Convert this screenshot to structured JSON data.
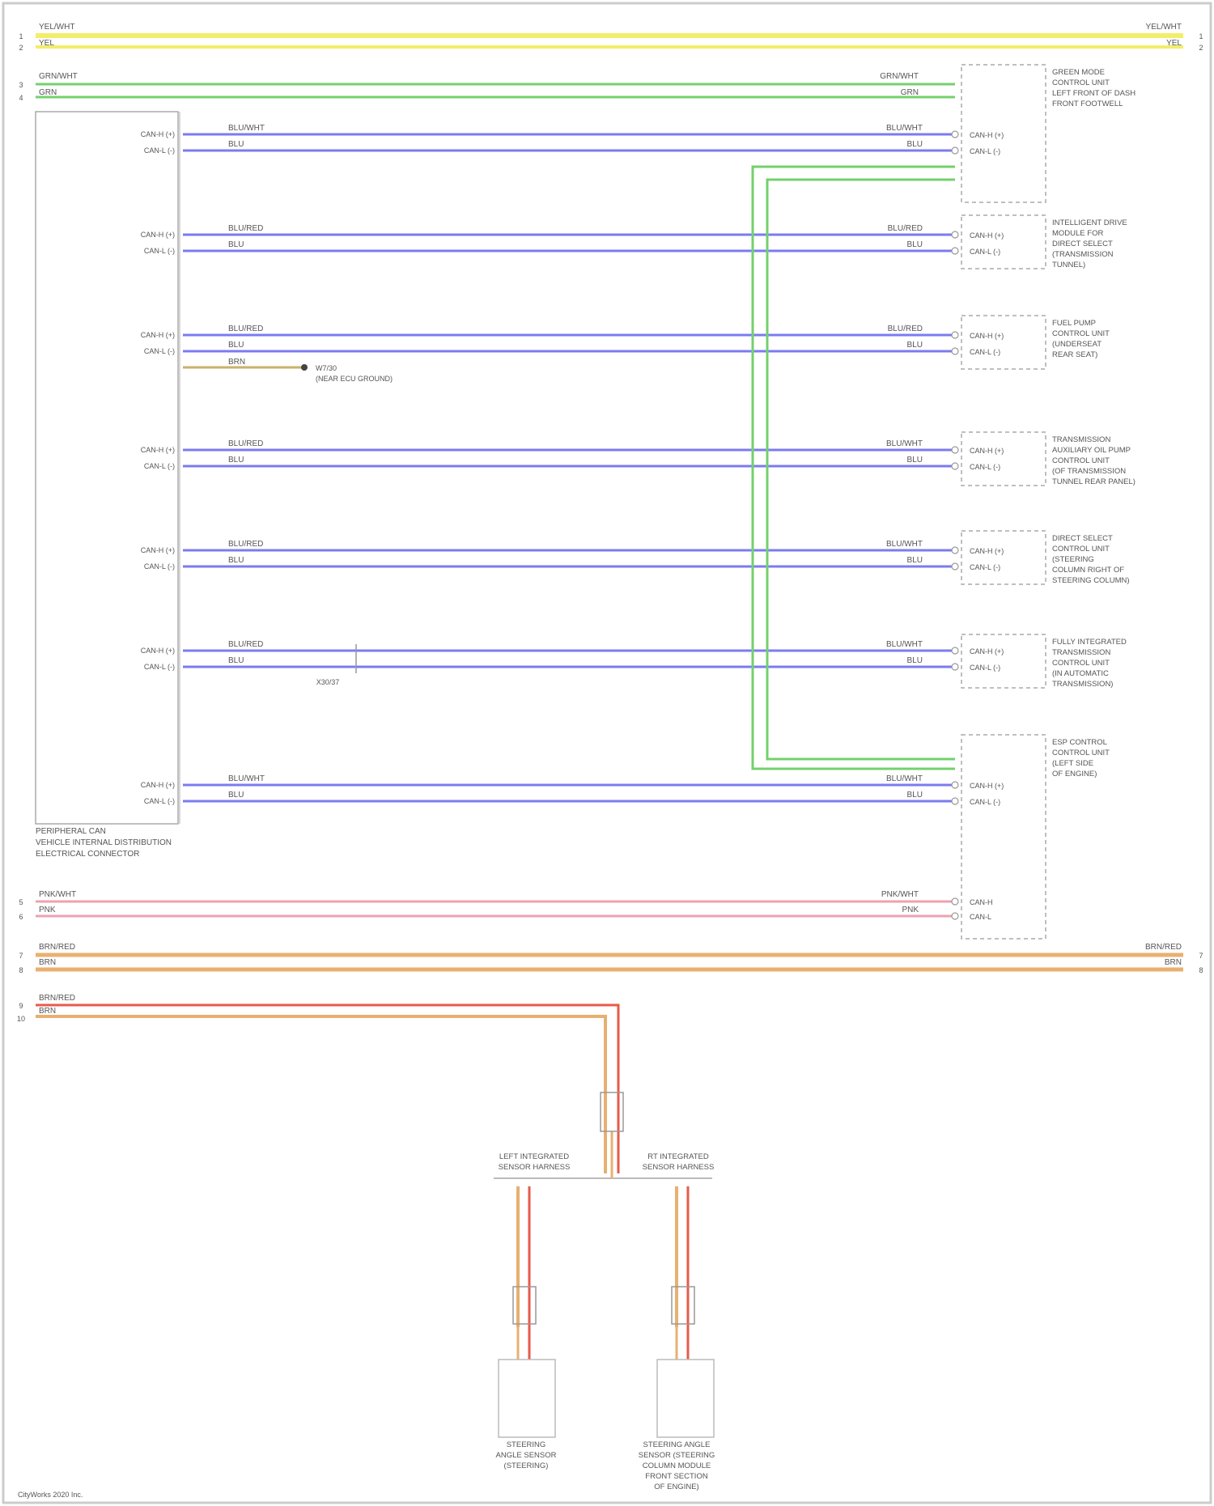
{
  "diagram": {
    "wire_colors": {
      "yellow": "#f2ee6a",
      "green": "#74d06c",
      "blue": "#7b7bf0",
      "brown": "#e8b070",
      "pink": "#f0a0b0",
      "red": "#e85a4a",
      "gold": "#c9b26a"
    },
    "top_bus": {
      "left_labels": [
        "YEL/WHT",
        "YEL"
      ],
      "right_labels": [
        "YEL/WHT",
        "YEL"
      ],
      "pins_left": [
        "1",
        "2"
      ],
      "pins_right": [
        "1",
        "2"
      ]
    },
    "green_bus": {
      "left_labels": [
        "GRN/WHT",
        "GRN"
      ],
      "right_labels": [
        "GRN/WHT",
        "GRN"
      ],
      "pins_left": [
        "3",
        "4"
      ]
    },
    "left_module": {
      "label_lines": [
        "PERIPHERAL CAN",
        "VEHICLE INTERNAL DISTRIBUTION",
        "ELECTRICAL CONNECTOR"
      ]
    },
    "rows": [
      {
        "left_pins": [
          "CAN-H (+)",
          "CAN-L (-)"
        ],
        "labels": [
          "BLU/WHT",
          "BLU"
        ],
        "right_labels": [
          "BLU/WHT",
          "BLU"
        ],
        "right_pins": [
          "CAN-H (+)",
          "CAN-L (-)"
        ]
      },
      {
        "left_pins": [
          "CAN-H (+)",
          "CAN-L (-)"
        ],
        "labels": [
          "BLU/RED",
          "BLU"
        ],
        "right_labels": [
          "BLU/RED",
          "BLU"
        ],
        "right_pins": [
          "CAN-H (+)",
          "CAN-L (-)"
        ]
      },
      {
        "left_pins": [
          "CAN-H (+)",
          "CAN-L (-)"
        ],
        "labels": [
          "BLU/RED",
          "BLU"
        ],
        "right_labels": [
          "BLU/RED",
          "BLU"
        ],
        "right_pins": [
          "CAN-H (+)",
          "CAN-L (-)"
        ]
      },
      {
        "left_pins": [
          "CAN-H (+)",
          "CAN-L (-)"
        ],
        "labels": [
          "BLU/RED",
          "BLU"
        ],
        "right_labels": [
          "BLU/WHT",
          "BLU"
        ],
        "right_pins": [
          "CAN-H (+)",
          "CAN-L (-)"
        ]
      },
      {
        "left_pins": [
          "CAN-H (+)",
          "CAN-L (-)"
        ],
        "labels": [
          "BLU/RED",
          "BLU"
        ],
        "right_labels": [
          "BLU/WHT",
          "BLU"
        ],
        "right_pins": [
          "CAN-H (+)",
          "CAN-L (-)"
        ]
      },
      {
        "left_pins": [
          "CAN-H (+)",
          "CAN-L (-)"
        ],
        "labels": [
          "BLU/RED",
          "BLU"
        ],
        "right_labels": [
          "BLU/WHT",
          "BLU"
        ],
        "right_pins": [
          "CAN-H (+)",
          "CAN-L (-)"
        ]
      },
      {
        "left_pins": [
          "CAN-H (+)",
          "CAN-L (-)"
        ],
        "labels": [
          "BLU/WHT",
          "BLU"
        ],
        "right_labels": [
          "BLU/WHT",
          "BLU"
        ],
        "right_pins": [
          "CAN-H (+)",
          "CAN-L (-)"
        ]
      }
    ],
    "right_modules": [
      {
        "lines": [
          "GREEN MODE",
          "CONTROL UNIT",
          "LEFT FRONT OF DASH",
          "FRONT FOOTWELL"
        ]
      },
      {
        "lines": [
          "INTELLIGENT DRIVE",
          "MODULE FOR",
          "DIRECT SELECT",
          "(TRANSMISSION",
          "TUNNEL)"
        ]
      },
      {
        "lines": [
          "FUEL PUMP",
          "CONTROL UNIT",
          "(UNDERSEAT",
          "REAR SEAT)"
        ]
      },
      {
        "lines": [
          "TRANSMISSION",
          "AUXILIARY OIL PUMP",
          "CONTROL UNIT",
          "(OF TRANSMISSION",
          "TUNNEL REAR PANEL)"
        ]
      },
      {
        "lines": [
          "DIRECT SELECT",
          "CONTROL UNIT",
          "(STEERING",
          "COLUMN RIGHT OF",
          "STEERING COLUMN)"
        ]
      },
      {
        "lines": [
          "FULLY INTEGRATED",
          "TRANSMISSION",
          "CONTROL UNIT",
          "(IN AUTOMATIC",
          "TRANSMISSION)"
        ]
      },
      {
        "lines": [
          "ESP CONTROL",
          "CONTROL UNIT",
          "(LEFT SIDE",
          "OF ENGINE)"
        ]
      }
    ],
    "ground_tap": {
      "wire_label": "BRN",
      "lines": [
        "W7/30",
        "(NEAR ECU GROUND)"
      ]
    },
    "splice_label": "X30/37",
    "pink_bus": {
      "left_labels": [
        "PNK/WHT",
        "PNK"
      ],
      "right_labels": [
        "PNK/WHT",
        "PNK"
      ],
      "pins_left": [
        "5",
        "6"
      ],
      "right_pins": [
        "CAN-H",
        "CAN-L"
      ]
    },
    "brown_bus": {
      "left_labels": [
        "BRN/RED",
        "BRN"
      ],
      "right_labels": [
        "BRN/RED",
        "BRN"
      ],
      "pins_left": [
        "7",
        "8"
      ],
      "pins_right": [
        "7",
        "8"
      ]
    },
    "lower_bus": {
      "left_labels": [
        "BRN/RED",
        "BRN"
      ],
      "pins_left": [
        "9",
        "10"
      ]
    },
    "sensors": {
      "left_top": [
        "LEFT INTEGRATED",
        "SENSOR HARNESS"
      ],
      "right_top": [
        "RT INTEGRATED",
        "SENSOR HARNESS"
      ],
      "left_bottom": [
        "STEERING",
        "ANGLE SENSOR",
        "(STEERING)"
      ],
      "right_bottom": [
        "STEERING ANGLE",
        "SENSOR (STEERING",
        "COLUMN MODULE",
        "FRONT SECTION",
        "OF ENGINE)"
      ]
    },
    "footer": "CityWorks 2020 Inc."
  }
}
